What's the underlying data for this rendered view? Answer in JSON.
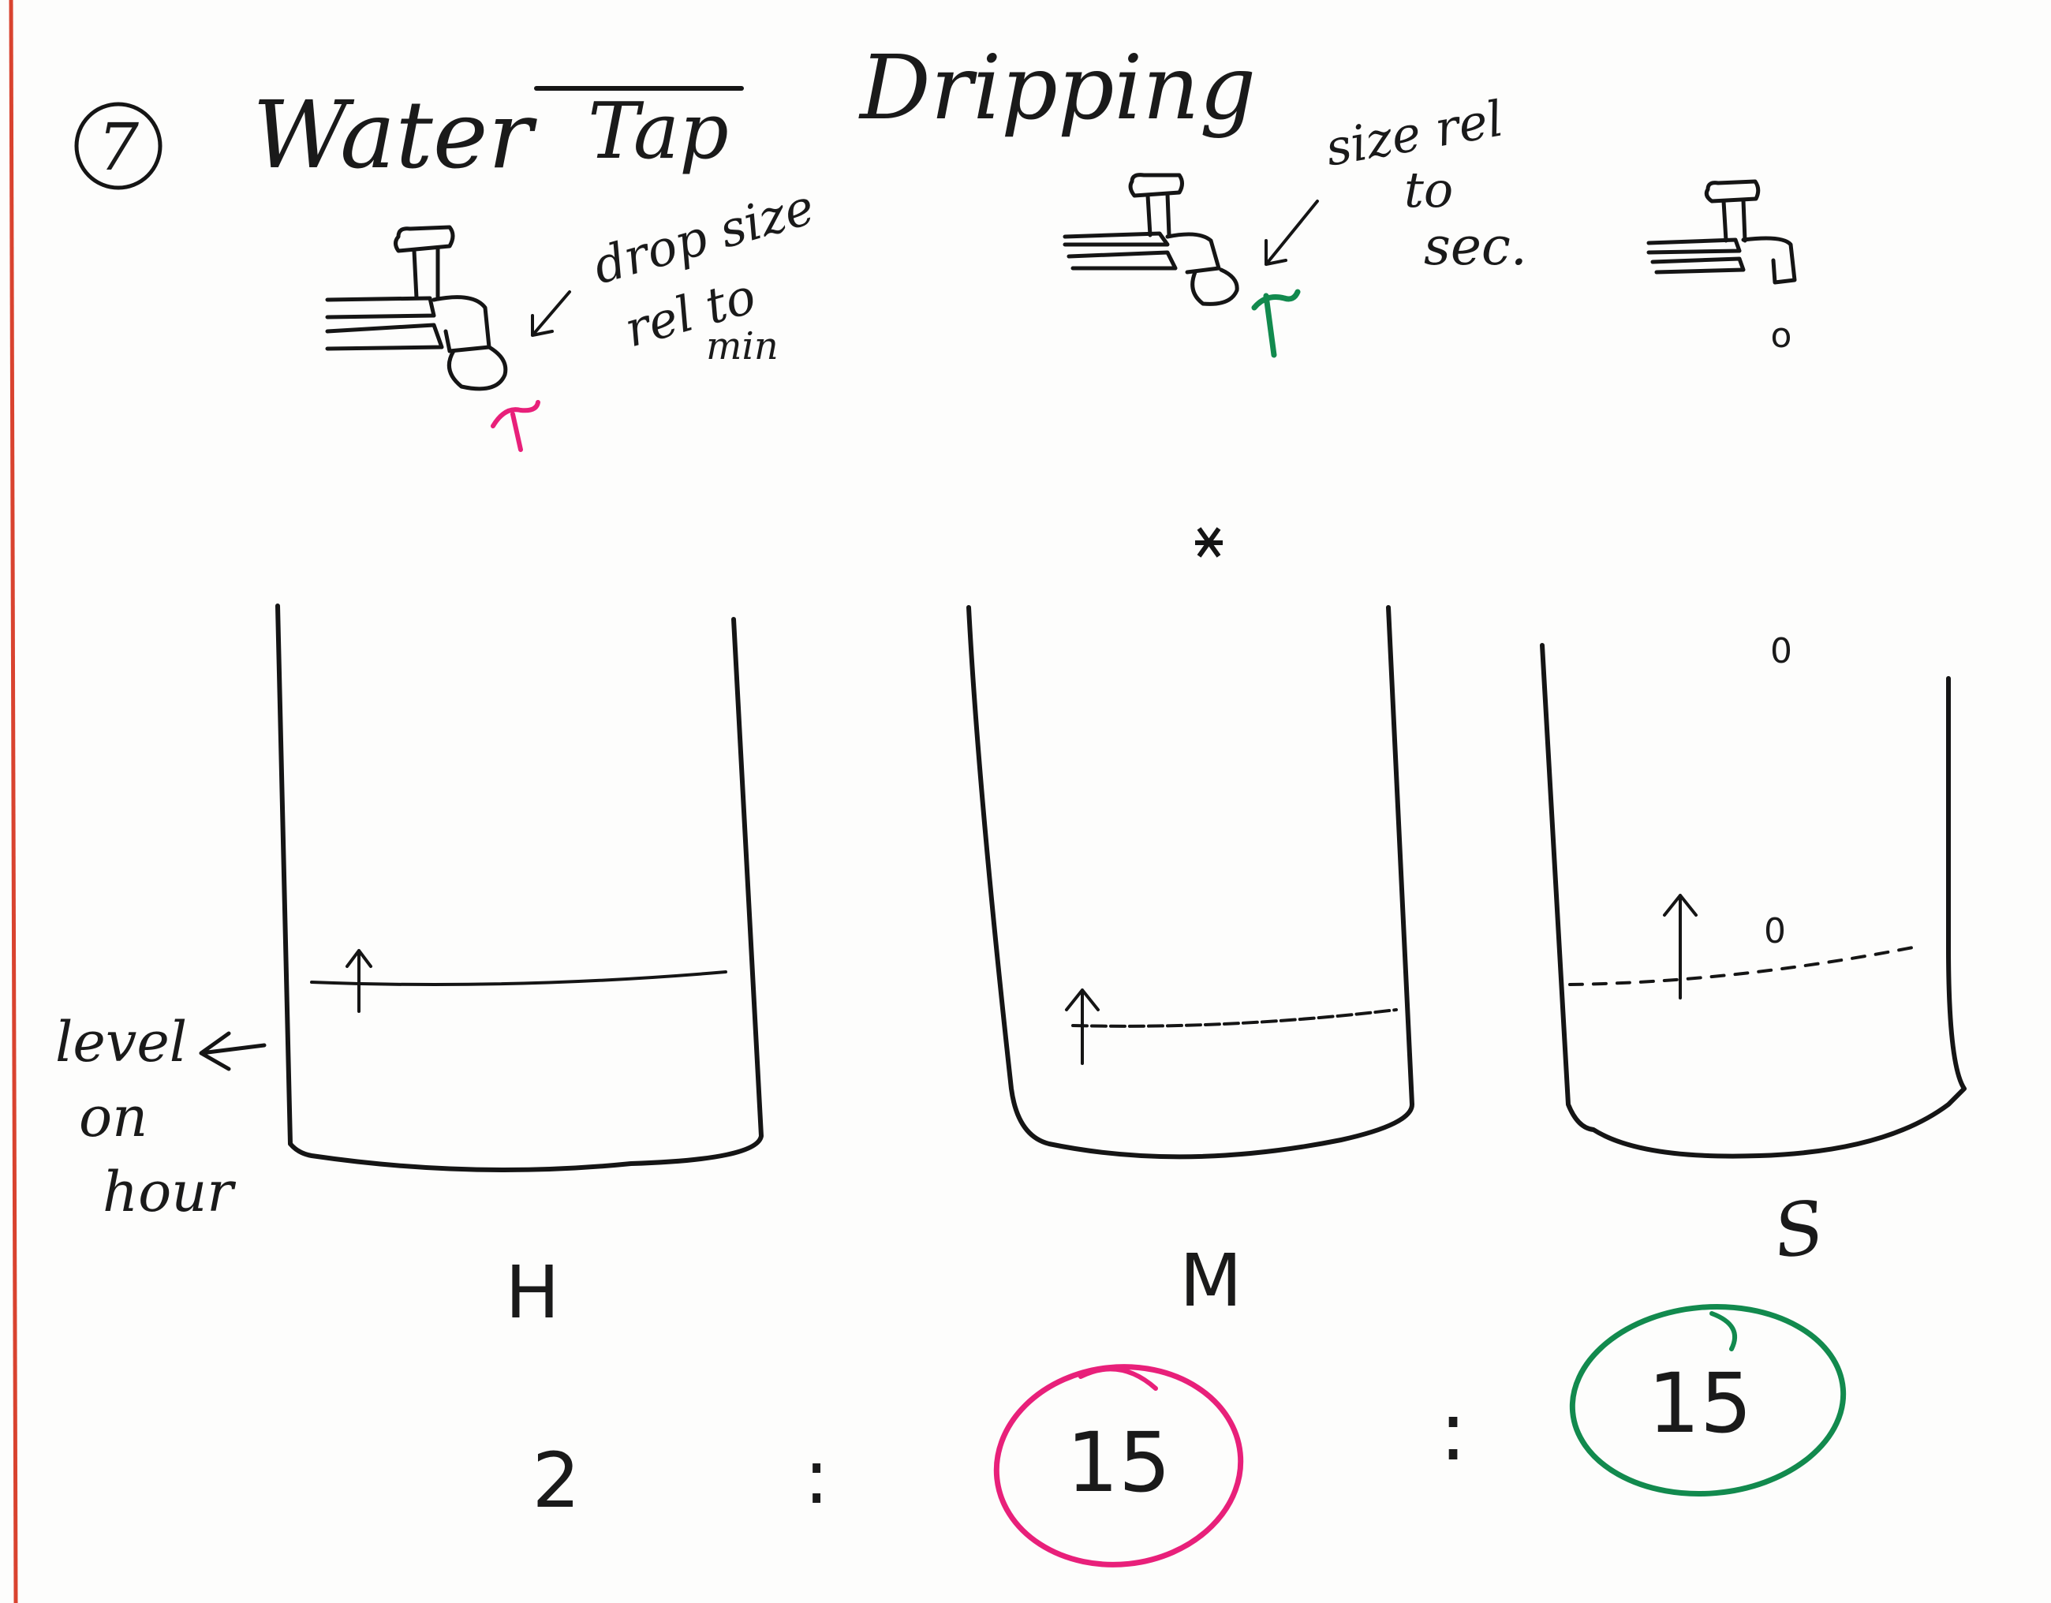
{
  "title": {
    "number": "7",
    "word1": "Water",
    "struck": "Tap",
    "word2": "Dripping"
  },
  "taps": [
    {
      "note_lines": [
        "drop size",
        "rel to",
        "min"
      ],
      "drop_mark": "pink"
    },
    {
      "note_lines": [
        "size rel",
        "to",
        "sec."
      ],
      "drop_mark": "green"
    },
    {
      "drop": "o"
    }
  ],
  "containers": [
    {
      "label": "H",
      "side_note": [
        "level",
        "on",
        "hour"
      ],
      "value": "2"
    },
    {
      "label": "M",
      "value": "15"
    },
    {
      "label": "S",
      "value": "15",
      "drops": [
        "0",
        "0"
      ]
    }
  ],
  "ratio_separator": ":",
  "colors": {
    "ink": "#151515",
    "pink": "#e8207a",
    "green": "#128a4e",
    "margin_red": "#d9432f"
  }
}
